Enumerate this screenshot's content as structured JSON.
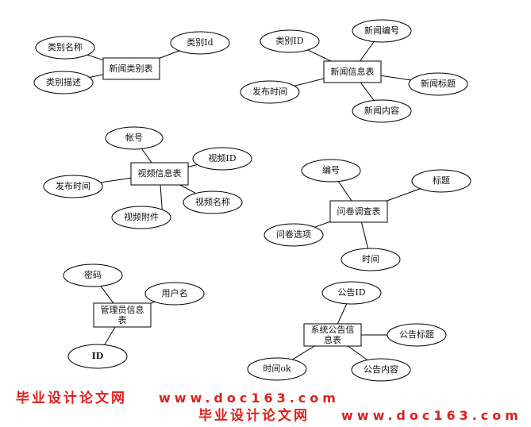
{
  "entities": {
    "news_category": {
      "label": "新闻类别表",
      "attrs": [
        "类别名称",
        "类别描述",
        "类别Id"
      ]
    },
    "news_info": {
      "label": "新闻信息表",
      "attrs": [
        "类别ID",
        "新闻编号",
        "发布时间",
        "新闻标题",
        "新闻内容"
      ]
    },
    "video_info": {
      "label": "视频信息表",
      "attrs": [
        "帐号",
        "视频ID",
        "发布时间",
        "视频名称",
        "视频附件"
      ]
    },
    "survey": {
      "label": "问卷调查表",
      "attrs": [
        "编号",
        "标题",
        "问卷选项",
        "时间"
      ]
    },
    "admin": {
      "label_line1": "管理员信息",
      "label_line2": "表",
      "attrs": [
        "密码",
        "用户名",
        "ID"
      ]
    },
    "notice": {
      "label_line1": "系统公告信",
      "label_line2": "息表",
      "attrs": [
        "公告ID",
        "公告标题",
        "时间ok",
        "公告内容"
      ]
    }
  },
  "watermark": {
    "site_name": "毕业设计论文网",
    "url": "www.doc163.com"
  }
}
